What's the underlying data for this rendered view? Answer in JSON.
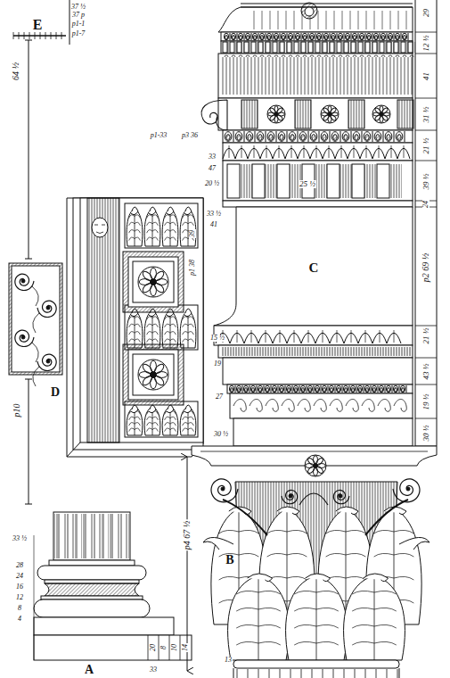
{
  "diagram": {
    "labels": [
      "E",
      "37 ½",
      "37 p",
      "p1-1",
      "p1-7",
      "29",
      "12 ½",
      "41",
      "31 ½",
      "21 ½",
      "39 ½",
      "24",
      "p2 69 ½",
      "21 ½",
      "43 ½",
      "19 ½",
      "30 ½",
      "p1-33",
      "p3 36",
      "33",
      "47",
      "20 ½",
      "33 ½",
      "41",
      "39",
      "25 ½",
      "C",
      "p1 38",
      "15 ½",
      "19",
      "27",
      "30 ½",
      "64 ½",
      "p10",
      "D",
      "p4 67 ½",
      "B",
      "33 ½",
      "28",
      "24",
      "16",
      "12",
      "8",
      "4",
      "20",
      "8",
      "10",
      "14",
      "A",
      "33",
      "13"
    ]
  }
}
